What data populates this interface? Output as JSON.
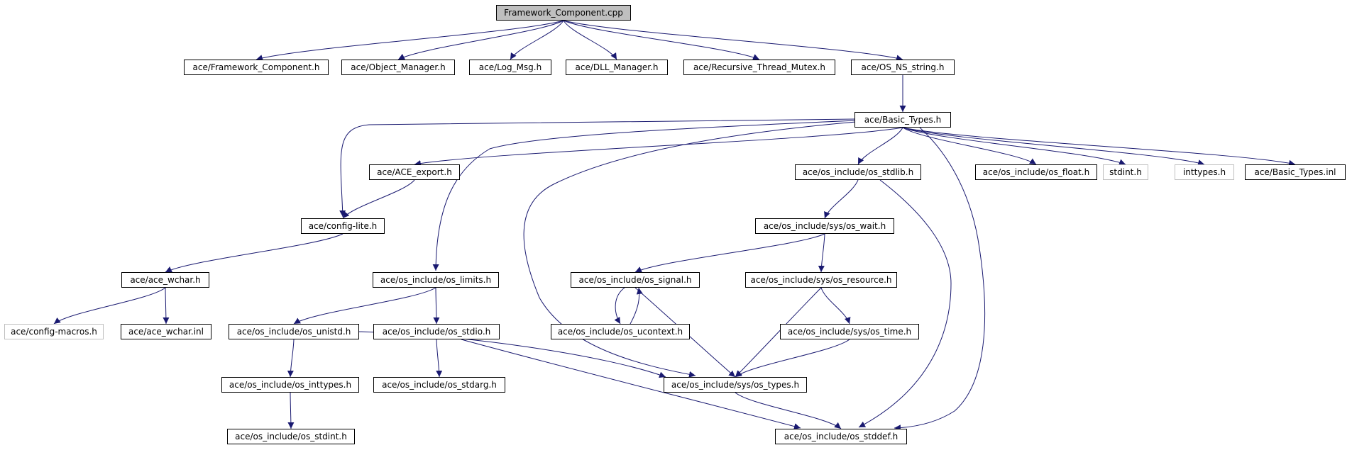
{
  "diagram": {
    "edge_color": "#191970",
    "nodes": [
      {
        "id": "framework_component_cpp",
        "label": "Framework_Component.cpp",
        "style": "root"
      },
      {
        "id": "framework_component_h",
        "label": "ace/Framework_Component.h",
        "style": "normal"
      },
      {
        "id": "object_manager_h",
        "label": "ace/Object_Manager.h",
        "style": "normal"
      },
      {
        "id": "log_msg_h",
        "label": "ace/Log_Msg.h",
        "style": "normal"
      },
      {
        "id": "dll_manager_h",
        "label": "ace/DLL_Manager.h",
        "style": "normal"
      },
      {
        "id": "recursive_thread_mutex_h",
        "label": "ace/Recursive_Thread_Mutex.h",
        "style": "normal"
      },
      {
        "id": "os_ns_string_h",
        "label": "ace/OS_NS_string.h",
        "style": "normal"
      },
      {
        "id": "basic_types_h",
        "label": "ace/Basic_Types.h",
        "style": "normal"
      },
      {
        "id": "ace_export_h",
        "label": "ace/ACE_export.h",
        "style": "normal"
      },
      {
        "id": "os_stdlib_h",
        "label": "ace/os_include/os_stdlib.h",
        "style": "normal"
      },
      {
        "id": "os_float_h",
        "label": "ace/os_include/os_float.h",
        "style": "normal"
      },
      {
        "id": "stdint_h",
        "label": "stdint.h",
        "style": "missing"
      },
      {
        "id": "inttypes_h",
        "label": "inttypes.h",
        "style": "missing"
      },
      {
        "id": "basic_types_inl",
        "label": "ace/Basic_Types.inl",
        "style": "normal"
      },
      {
        "id": "config_lite_h",
        "label": "ace/config-lite.h",
        "style": "normal"
      },
      {
        "id": "os_wait_h",
        "label": "ace/os_include/sys/os_wait.h",
        "style": "normal"
      },
      {
        "id": "ace_wchar_h",
        "label": "ace/ace_wchar.h",
        "style": "normal"
      },
      {
        "id": "os_limits_h",
        "label": "ace/os_include/os_limits.h",
        "style": "normal"
      },
      {
        "id": "os_signal_h",
        "label": "ace/os_include/os_signal.h",
        "style": "normal"
      },
      {
        "id": "os_resource_h",
        "label": "ace/os_include/sys/os_resource.h",
        "style": "normal"
      },
      {
        "id": "config_macros_h",
        "label": "ace/config-macros.h",
        "style": "missing"
      },
      {
        "id": "ace_wchar_inl",
        "label": "ace/ace_wchar.inl",
        "style": "normal"
      },
      {
        "id": "os_unistd_h",
        "label": "ace/os_include/os_unistd.h",
        "style": "normal"
      },
      {
        "id": "os_stdio_h",
        "label": "ace/os_include/os_stdio.h",
        "style": "normal"
      },
      {
        "id": "os_ucontext_h",
        "label": "ace/os_include/os_ucontext.h",
        "style": "normal"
      },
      {
        "id": "os_time_h",
        "label": "ace/os_include/sys/os_time.h",
        "style": "normal"
      },
      {
        "id": "os_inttypes_h",
        "label": "ace/os_include/os_inttypes.h",
        "style": "normal"
      },
      {
        "id": "os_stdarg_h",
        "label": "ace/os_include/os_stdarg.h",
        "style": "normal"
      },
      {
        "id": "os_types_h",
        "label": "ace/os_include/sys/os_types.h",
        "style": "normal"
      },
      {
        "id": "os_stdint_h",
        "label": "ace/os_include/os_stdint.h",
        "style": "normal"
      },
      {
        "id": "os_stddef_h",
        "label": "ace/os_include/os_stddef.h",
        "style": "normal"
      }
    ],
    "edges": [
      {
        "from": "framework_component_cpp",
        "to": "framework_component_h"
      },
      {
        "from": "framework_component_cpp",
        "to": "object_manager_h"
      },
      {
        "from": "framework_component_cpp",
        "to": "log_msg_h"
      },
      {
        "from": "framework_component_cpp",
        "to": "dll_manager_h"
      },
      {
        "from": "framework_component_cpp",
        "to": "recursive_thread_mutex_h"
      },
      {
        "from": "framework_component_cpp",
        "to": "os_ns_string_h"
      },
      {
        "from": "os_ns_string_h",
        "to": "basic_types_h"
      },
      {
        "from": "basic_types_h",
        "to": "ace_export_h"
      },
      {
        "from": "basic_types_h",
        "to": "config_lite_h"
      },
      {
        "from": "basic_types_h",
        "to": "os_limits_h"
      },
      {
        "from": "basic_types_h",
        "to": "os_types_h"
      },
      {
        "from": "basic_types_h",
        "to": "os_stdlib_h"
      },
      {
        "from": "basic_types_h",
        "to": "os_stddef_h"
      },
      {
        "from": "basic_types_h",
        "to": "os_float_h"
      },
      {
        "from": "basic_types_h",
        "to": "stdint_h"
      },
      {
        "from": "basic_types_h",
        "to": "inttypes_h"
      },
      {
        "from": "basic_types_h",
        "to": "basic_types_inl"
      },
      {
        "from": "ace_export_h",
        "to": "config_lite_h"
      },
      {
        "from": "config_lite_h",
        "to": "ace_wchar_h"
      },
      {
        "from": "ace_wchar_h",
        "to": "config_macros_h"
      },
      {
        "from": "ace_wchar_h",
        "to": "ace_wchar_inl"
      },
      {
        "from": "os_stdlib_h",
        "to": "os_wait_h"
      },
      {
        "from": "os_stdlib_h",
        "to": "os_stddef_h"
      },
      {
        "from": "os_wait_h",
        "to": "os_signal_h"
      },
      {
        "from": "os_wait_h",
        "to": "os_resource_h"
      },
      {
        "from": "os_limits_h",
        "to": "os_unistd_h"
      },
      {
        "from": "os_limits_h",
        "to": "os_stdio_h"
      },
      {
        "from": "os_signal_h",
        "to": "os_ucontext_h"
      },
      {
        "from": "os_ucontext_h",
        "to": "os_signal_h"
      },
      {
        "from": "os_signal_h",
        "to": "os_types_h"
      },
      {
        "from": "os_resource_h",
        "to": "os_time_h"
      },
      {
        "from": "os_resource_h",
        "to": "os_types_h"
      },
      {
        "from": "os_time_h",
        "to": "os_types_h"
      },
      {
        "from": "os_unistd_h",
        "to": "os_inttypes_h"
      },
      {
        "from": "os_unistd_h",
        "to": "os_types_h"
      },
      {
        "from": "os_stdio_h",
        "to": "os_stdarg_h"
      },
      {
        "from": "os_stdio_h",
        "to": "os_stddef_h"
      },
      {
        "from": "os_inttypes_h",
        "to": "os_stdint_h"
      },
      {
        "from": "os_types_h",
        "to": "os_stddef_h"
      }
    ]
  }
}
